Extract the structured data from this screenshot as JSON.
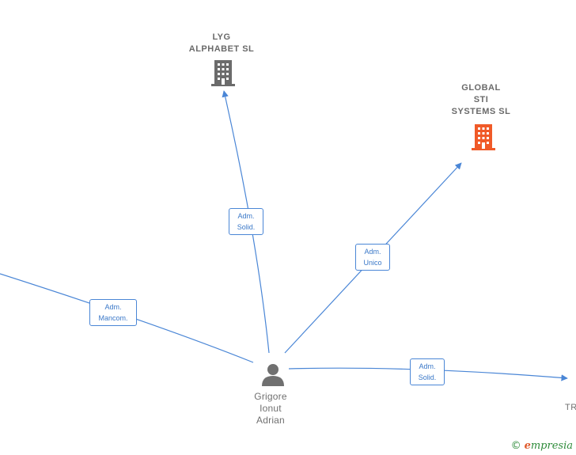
{
  "nodes": {
    "lyg": {
      "label": "LYG\nALPHABET  SL",
      "icon": "building-icon",
      "color": "#6b6b6b"
    },
    "global": {
      "label": "GLOBAL\nSTI\nSYSTEMS  SL",
      "icon": "building-icon",
      "color": "#f05a28"
    },
    "person": {
      "label": "Grigore\nIonut\nAdrian",
      "icon": "person-icon",
      "color": "#707070"
    },
    "tr": {
      "label": "TR"
    }
  },
  "edges": {
    "lyg": {
      "label": "Adm.\nSolid."
    },
    "global": {
      "label": "Adm.\nUnico"
    },
    "left": {
      "label": "Adm.\nMancom."
    },
    "right": {
      "label": "Adm.\nSolid."
    }
  },
  "edge_color": "#4a86d6",
  "brand": {
    "copyright": "©",
    "name": "mpresia",
    "initial": "e"
  }
}
